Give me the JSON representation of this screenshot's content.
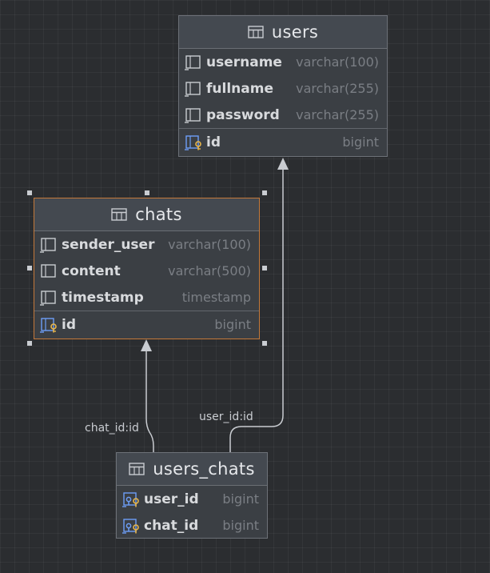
{
  "colors": {
    "canvas": "#2b2d30",
    "entity_body": "#3b3f44",
    "entity_header": "#444950",
    "selected_border": "#c4793a",
    "connector": "#c9ccd1"
  },
  "entities": {
    "users": {
      "title": "users",
      "icon": "table-icon",
      "columns": [
        {
          "name": "username",
          "type": "varchar(100)",
          "icon": "column-icon"
        },
        {
          "name": "fullname",
          "type": "varchar(255)",
          "icon": "column-icon"
        },
        {
          "name": "password",
          "type": "varchar(255)",
          "icon": "column-icon"
        }
      ],
      "pk": {
        "name": "id",
        "type": "bigint",
        "icon": "primary-key-icon"
      }
    },
    "chats": {
      "title": "chats",
      "icon": "table-icon",
      "selected": true,
      "columns": [
        {
          "name": "sender_user",
          "type": "varchar(100)",
          "icon": "column-icon"
        },
        {
          "name": "content",
          "type": "varchar(500)",
          "icon": "column-icon"
        },
        {
          "name": "timestamp",
          "type": "timestamp",
          "icon": "column-icon"
        }
      ],
      "pk": {
        "name": "id",
        "type": "bigint",
        "icon": "primary-key-icon"
      }
    },
    "users_chats": {
      "title": "users_chats",
      "icon": "table-icon",
      "columns": [
        {
          "name": "user_id",
          "type": "bigint",
          "icon": "foreign-key-icon"
        },
        {
          "name": "chat_id",
          "type": "bigint",
          "icon": "foreign-key-icon"
        }
      ]
    }
  },
  "relationships": [
    {
      "label": "user_id:id",
      "from": "users_chats",
      "to": "users"
    },
    {
      "label": "chat_id:id",
      "from": "users_chats",
      "to": "chats"
    }
  ]
}
